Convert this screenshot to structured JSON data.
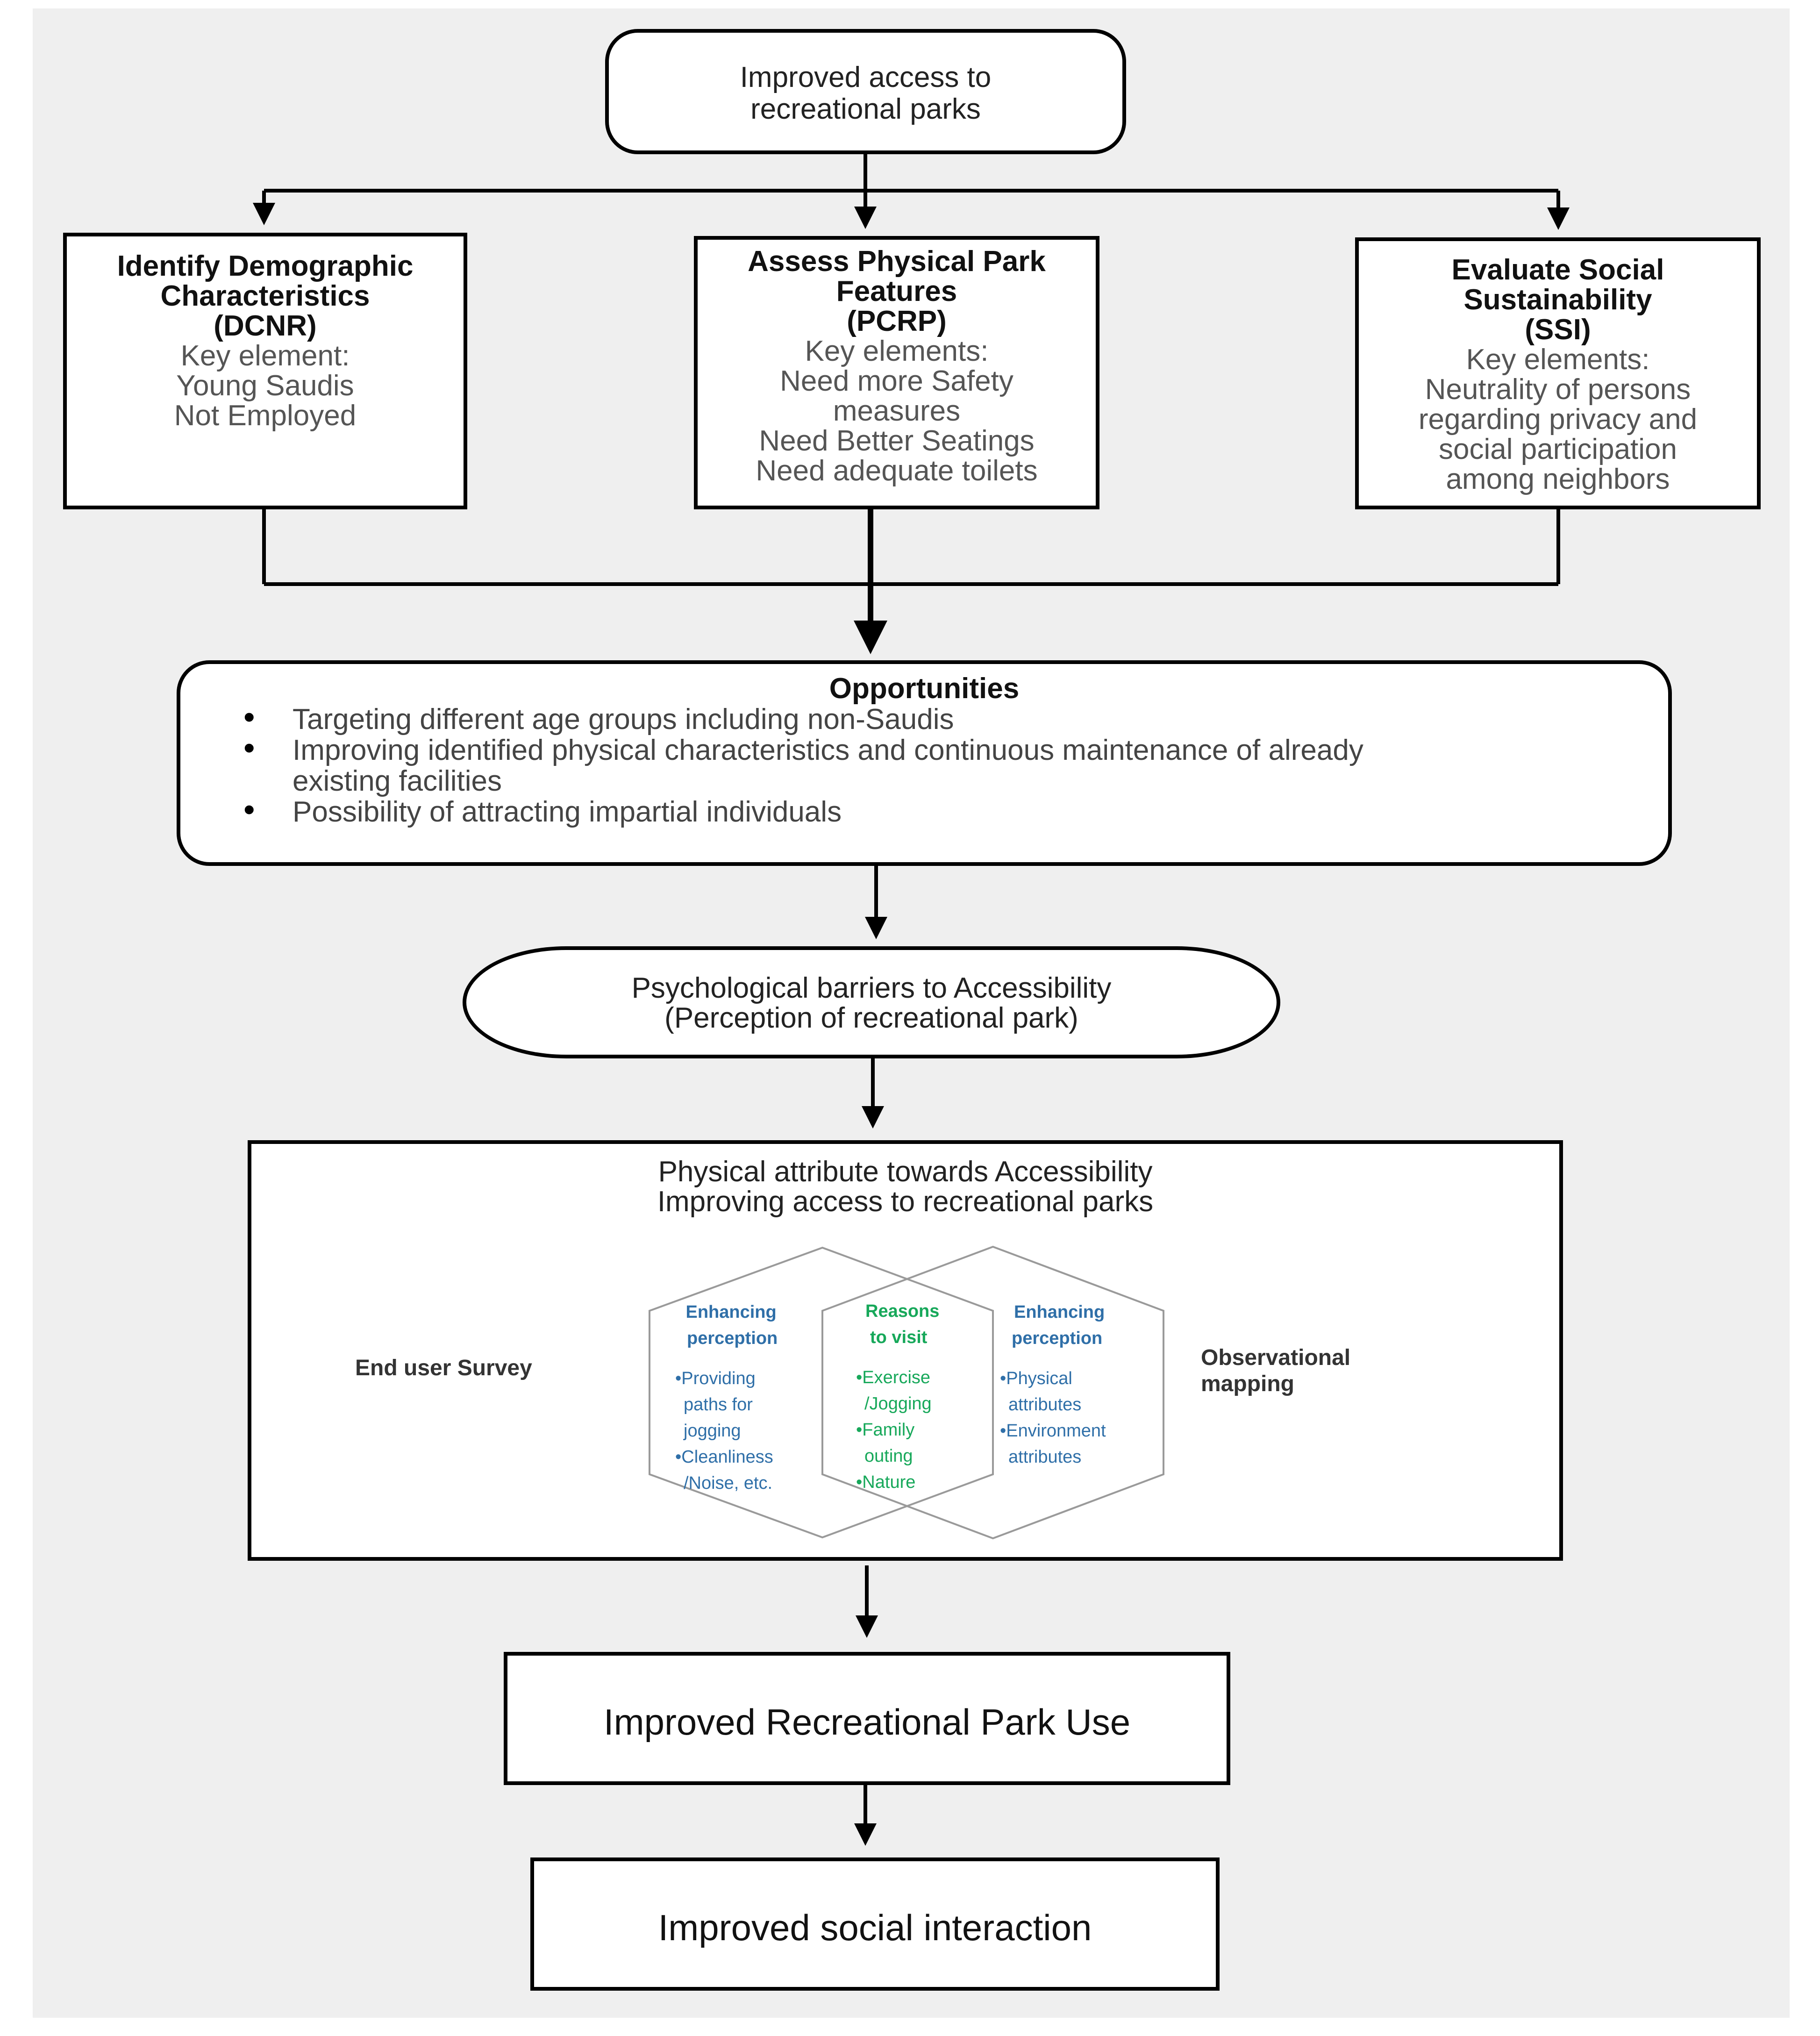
{
  "top_box": {
    "line1": "Improved access to",
    "line2": "recreational parks"
  },
  "demographic": {
    "title1": "Identify Demographic",
    "title2": "Characteristics",
    "code": "(DCNR)",
    "key": "Key element:",
    "items": [
      "Young Saudis",
      "Not Employed"
    ]
  },
  "physical": {
    "title1": "Assess Physical Park",
    "title2": "Features",
    "code": "(PCRP)",
    "key": "Key elements:",
    "items": [
      "Need more Safety",
      "measures",
      "Need Better Seatings",
      "Need adequate toilets"
    ]
  },
  "social": {
    "title1": "Evaluate Social",
    "title2": "Sustainability",
    "code": "(SSI)",
    "key": "Key elements:",
    "items": [
      "Neutrality of persons",
      "regarding privacy and",
      "social participation",
      "among neighbors"
    ]
  },
  "opportunities": {
    "title": "Opportunities",
    "bullets": [
      "Targeting different age groups including non-Saudis",
      "Improving identified physical characteristics and continuous maintenance of already",
      "Possibility of attracting impartial individuals"
    ],
    "bullet2_cont": "existing facilities"
  },
  "psych": {
    "line1": "Psychological barriers to Accessibility",
    "line2": "(Perception of recreational park)"
  },
  "attribute": {
    "line1": "Physical attribute towards Accessibility",
    "line2": "Improving access to recreational parks",
    "left_label": "End user Survey",
    "right_label1": "Observational",
    "right_label2": "mapping",
    "left_hex": {
      "h1": "Enhancing",
      "h2": "perception",
      "lines": [
        "•Providing",
        "paths for",
        "jogging",
        "•Cleanliness",
        "/Noise, etc."
      ]
    },
    "mid_hex": {
      "h1": "Reasons",
      "h2": "to visit",
      "lines": [
        "•Exercise",
        "/Jogging",
        "•Family",
        "outing",
        "•Nature"
      ]
    },
    "right_hex": {
      "h1": "Enhancing",
      "h2": "perception",
      "lines": [
        "•Physical",
        "attributes",
        "•Environment",
        "attributes"
      ]
    }
  },
  "park_use": {
    "label": "Improved Recreational Park Use"
  },
  "social_interaction": {
    "label": "Improved social interaction"
  },
  "colors": {
    "blue_text": "#2f6fa8",
    "green_text": "#17a85a",
    "hex_stroke": "#9a9a9a"
  }
}
